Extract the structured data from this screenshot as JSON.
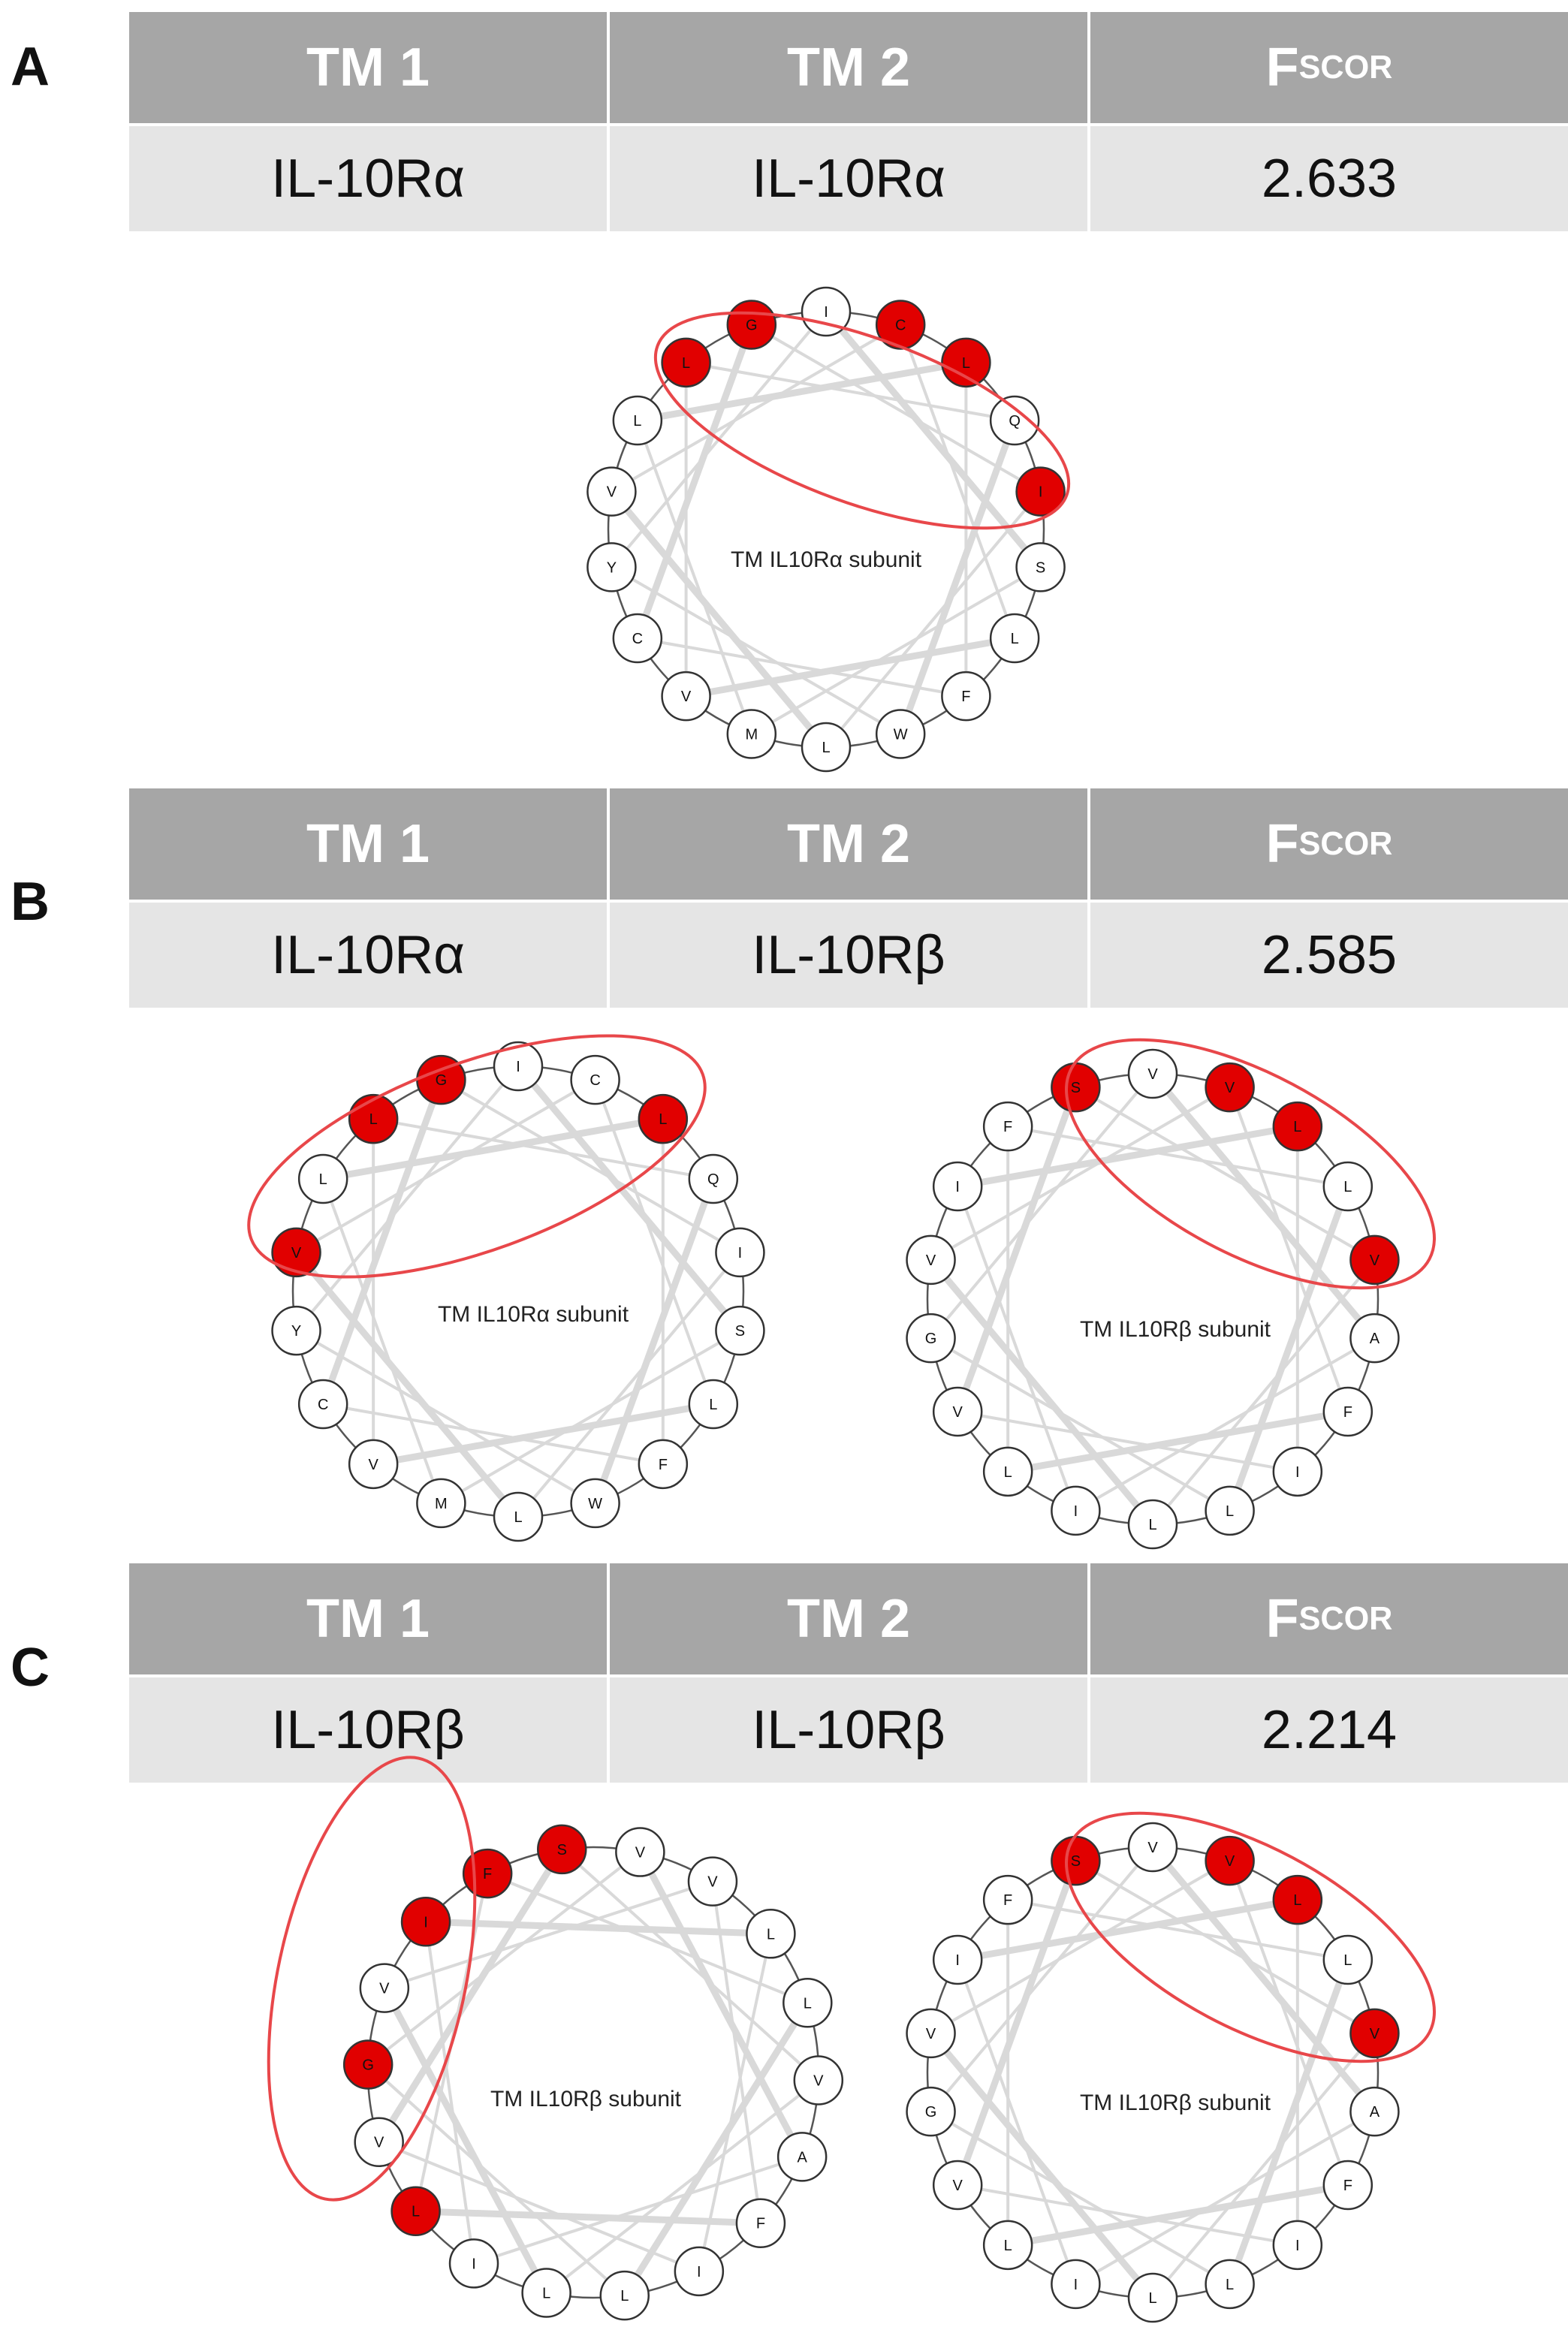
{
  "colors": {
    "header_bg": "#a6a6a6",
    "row_bg": "#e5e5e5",
    "highlight": "#e10000",
    "ellipse": "#e8474a",
    "star": "#d9d9d9"
  },
  "panels": [
    {
      "letter": "A",
      "header": {
        "tm1": "TM 1",
        "tm2": "TM 2",
        "f": "F",
        "f_sub": "SCOR"
      },
      "row": {
        "tm1": "IL-10Rα",
        "tm2": "IL-10Rα",
        "f": "2.633"
      },
      "wheels": [
        {
          "label": "TM IL10Rα subunit",
          "residues": [
            "I",
            "C",
            "L",
            "Q",
            "I",
            "S",
            "L",
            "F",
            "W",
            "L",
            "M",
            "V",
            "C",
            "Y",
            "V",
            "L",
            "L",
            "G"
          ],
          "highlighted": [
            1,
            2,
            4,
            16,
            17
          ]
        }
      ]
    },
    {
      "letter": "B",
      "header": {
        "tm1": "TM 1",
        "tm2": "TM 2",
        "f": "F",
        "f_sub": "SCOR"
      },
      "row": {
        "tm1": "IL-10Rα",
        "tm2": "IL-10Rβ",
        "f": "2.585"
      },
      "wheels": [
        {
          "label": "TM IL10Rα subunit",
          "residues": [
            "I",
            "C",
            "L",
            "Q",
            "I",
            "S",
            "L",
            "F",
            "W",
            "L",
            "M",
            "V",
            "C",
            "Y",
            "V",
            "L",
            "L",
            "G"
          ],
          "highlighted": [
            2,
            14,
            16,
            17
          ]
        },
        {
          "label": "TM IL10Rβ subunit",
          "residues": [
            "V",
            "V",
            "L",
            "L",
            "V",
            "A",
            "F",
            "I",
            "L",
            "L",
            "I",
            "L",
            "V",
            "G",
            "V",
            "I",
            "F",
            "S"
          ],
          "highlighted": [
            1,
            2,
            4,
            17
          ]
        }
      ]
    },
    {
      "letter": "C",
      "header": {
        "tm1": "TM 1",
        "tm2": "TM 2",
        "f": "F",
        "f_sub": "SCOR"
      },
      "row": {
        "tm1": "IL-10Rβ",
        "tm2": "IL-10Rβ",
        "f": "2.214"
      },
      "wheels": [
        {
          "label": "TM IL10Rβ subunit",
          "residues": [
            "V",
            "V",
            "L",
            "L",
            "V",
            "A",
            "F",
            "I",
            "L",
            "L",
            "I",
            "L",
            "V",
            "G",
            "V",
            "I",
            "F",
            "S"
          ],
          "highlighted": [
            11,
            13,
            15,
            16,
            17
          ]
        },
        {
          "label": "TM IL10Rβ subunit",
          "residues": [
            "V",
            "V",
            "L",
            "L",
            "V",
            "A",
            "F",
            "I",
            "L",
            "L",
            "I",
            "L",
            "V",
            "G",
            "V",
            "I",
            "F",
            "S"
          ],
          "highlighted": [
            1,
            2,
            4,
            17
          ]
        }
      ]
    }
  ]
}
